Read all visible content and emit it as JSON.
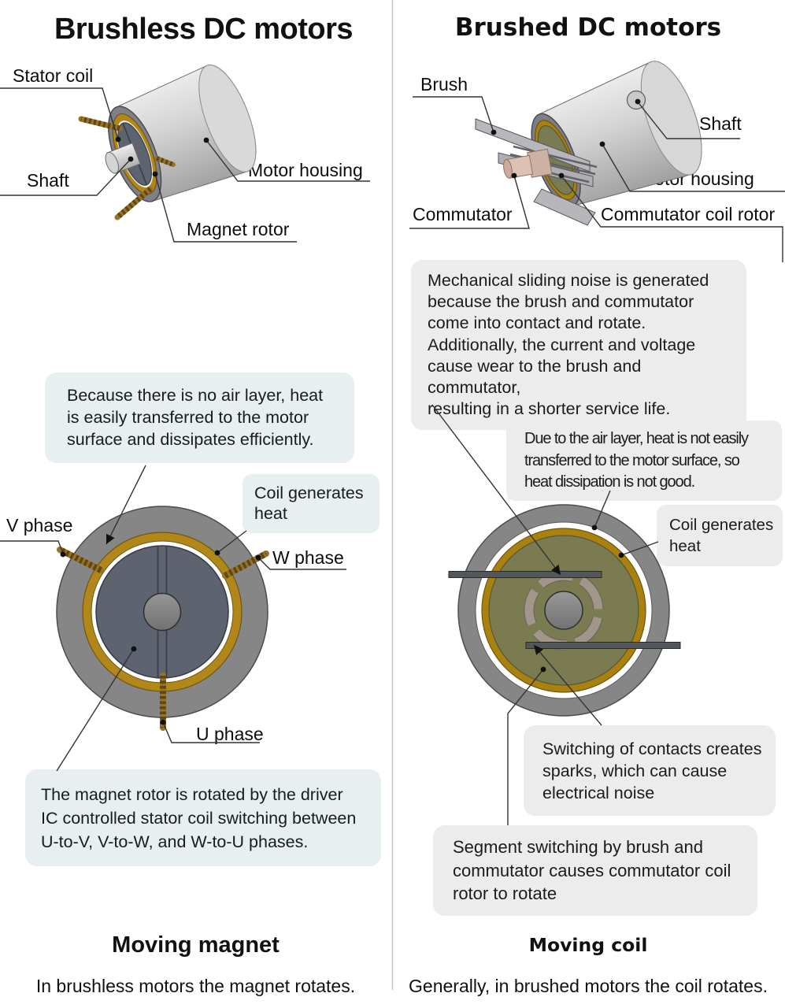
{
  "colors": {
    "divider": "#c9c9c9",
    "left_callout_bg": "#e7eff1",
    "right_callout_bg": "#ececec",
    "housing_gray": "#868686",
    "coil_gold": "#b2871a",
    "magnet_rotor_slate": "#5d6470",
    "commutator_rotor_olive": "#7b7b52",
    "commutator_tan": "#d9bcae",
    "wire_brown": "#97722a",
    "leader_line": "#333333"
  },
  "left": {
    "title": "Brushless DC motors",
    "labels": {
      "stator_coil": "Stator coil",
      "shaft": "Shaft",
      "motor_housing": "Motor housing",
      "magnet_rotor": "Magnet rotor",
      "v_phase": "V phase",
      "w_phase": "W phase",
      "u_phase": "U phase"
    },
    "callouts": {
      "heat_transfer": "Because there is no air layer, heat\nis easily transferred to the motor\nsurface and dissipates efficiently.",
      "coil_heat": "Coil generates\nheat",
      "rotation": "The magnet rotor is rotated by the driver\nIC controlled stator coil switching between\nU-to-V, V-to-W, and W-to-U phases."
    },
    "footer_heading": "Moving magnet",
    "footer_text": "In brushless motors the magnet rotates."
  },
  "right": {
    "title": "Brushed DC motors",
    "labels": {
      "brush": "Brush",
      "shaft": "Shaft",
      "commutator": "Commutator",
      "motor_housing": "Motor housing",
      "commutator_coil_rotor": "Commutator coil rotor"
    },
    "callouts": {
      "sliding_noise": "Mechanical sliding noise is generated\nbecause the brush and commutator\ncome into contact and rotate.\nAdditionally, the current and voltage\ncause wear to the brush and commutator,\nresulting in a shorter service life.",
      "heat_transfer": "Due to the air layer, heat is not easily\ntransferred to the motor surface, so\nheat dissipation is not good.",
      "coil_heat": "Coil generates\nheat",
      "sparks": "Switching of contacts creates\nsparks, which can cause\nelectrical noise",
      "segment_switching": "Segment switching by brush and\ncommutator causes commutator coil\nrotor to rotate"
    },
    "footer_heading": "Moving coil",
    "footer_text": "Generally, in brushed motors the coil rotates."
  }
}
